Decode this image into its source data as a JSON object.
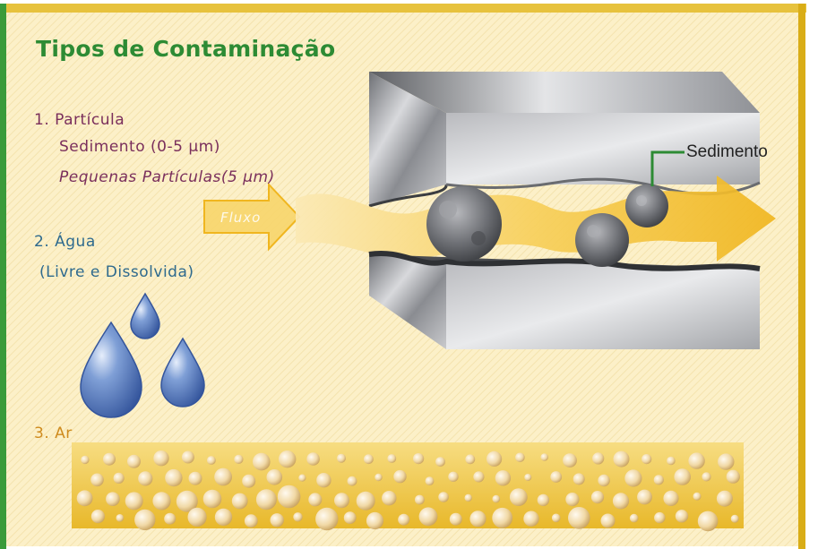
{
  "title": "Tipos de Contaminação",
  "particle": {
    "heading": "1. Partícula",
    "items": [
      "Sedimento (0-5 µm)",
      "Pequenas Partículas(5 µm)"
    ]
  },
  "water": {
    "heading": "2. Água",
    "items": [
      "(Livre e Dissolvida)"
    ]
  },
  "air": {
    "heading": "3. Ar"
  },
  "flow_label": "Fluxo",
  "sediment_callout": "Sedimento",
  "colors": {
    "background": "#fcf0c8",
    "frame_left": "#3a9b3a",
    "frame_top": "#e7c23d",
    "frame_right": "#d9ad17",
    "title": "#2d8b34",
    "particle_text": "#7a2f5c",
    "water_text": "#2e6a8e",
    "air_text": "#cf8b1e",
    "flow_arrow": "#f0b61f",
    "metal": "#9a9ca0",
    "water_drop": "#4f75b8"
  },
  "icons": [
    "flow-arrow-icon",
    "water-drop-icon",
    "air-bubbles-icon",
    "sediment-particle-icon",
    "metal-block-icon"
  ]
}
